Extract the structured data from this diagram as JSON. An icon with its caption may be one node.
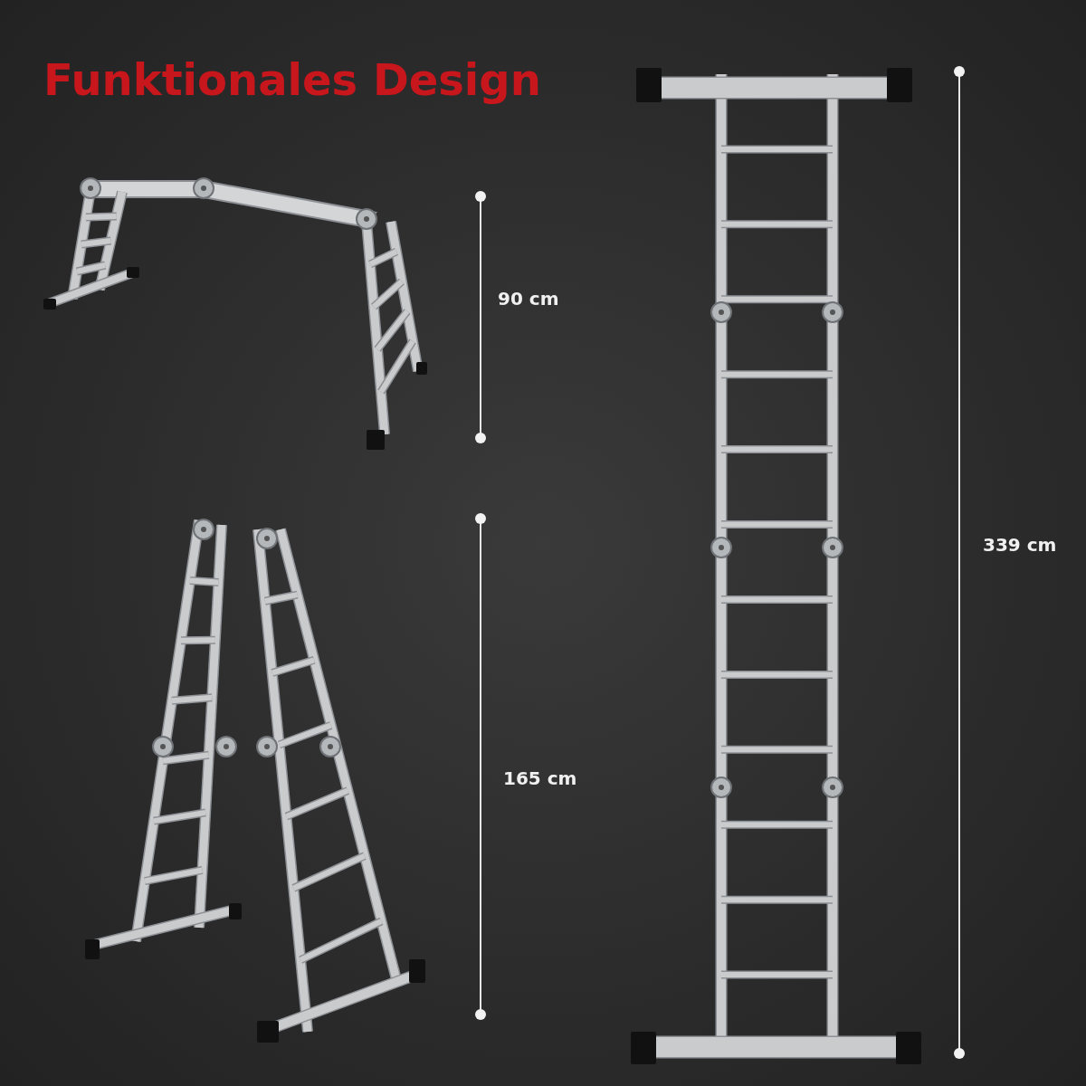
{
  "diagram": {
    "title": "Funktionales Design",
    "labels": [
      "90 cm",
      "165 cm",
      "339 cm"
    ]
  }
}
